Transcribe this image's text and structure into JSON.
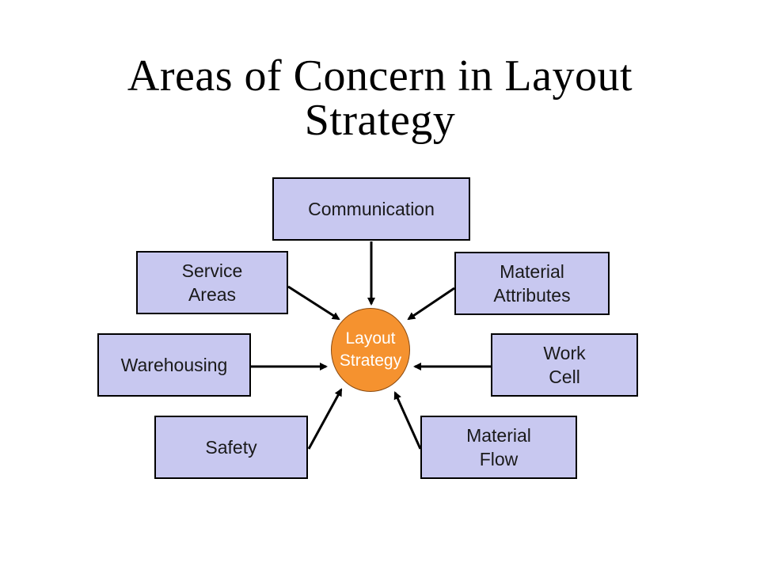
{
  "title": {
    "line1": "Areas of Concern in Layout",
    "line2": "Strategy"
  },
  "center": {
    "line1": "Layout",
    "line2": "Strategy"
  },
  "nodes": {
    "communication": {
      "line1": "Communication"
    },
    "service_areas": {
      "line1": "Service",
      "line2": "Areas"
    },
    "material_attributes": {
      "line1": "Material",
      "line2": "Attributes"
    },
    "warehousing": {
      "line1": "Warehousing"
    },
    "work_cell": {
      "line1": "Work",
      "line2": "Cell"
    },
    "safety": {
      "line1": "Safety"
    },
    "material_flow": {
      "line1": "Material",
      "line2": "Flow"
    }
  },
  "colors": {
    "box_fill": "#c8c8f0",
    "center_fill": "#f5922f",
    "arrow": "#000000"
  }
}
